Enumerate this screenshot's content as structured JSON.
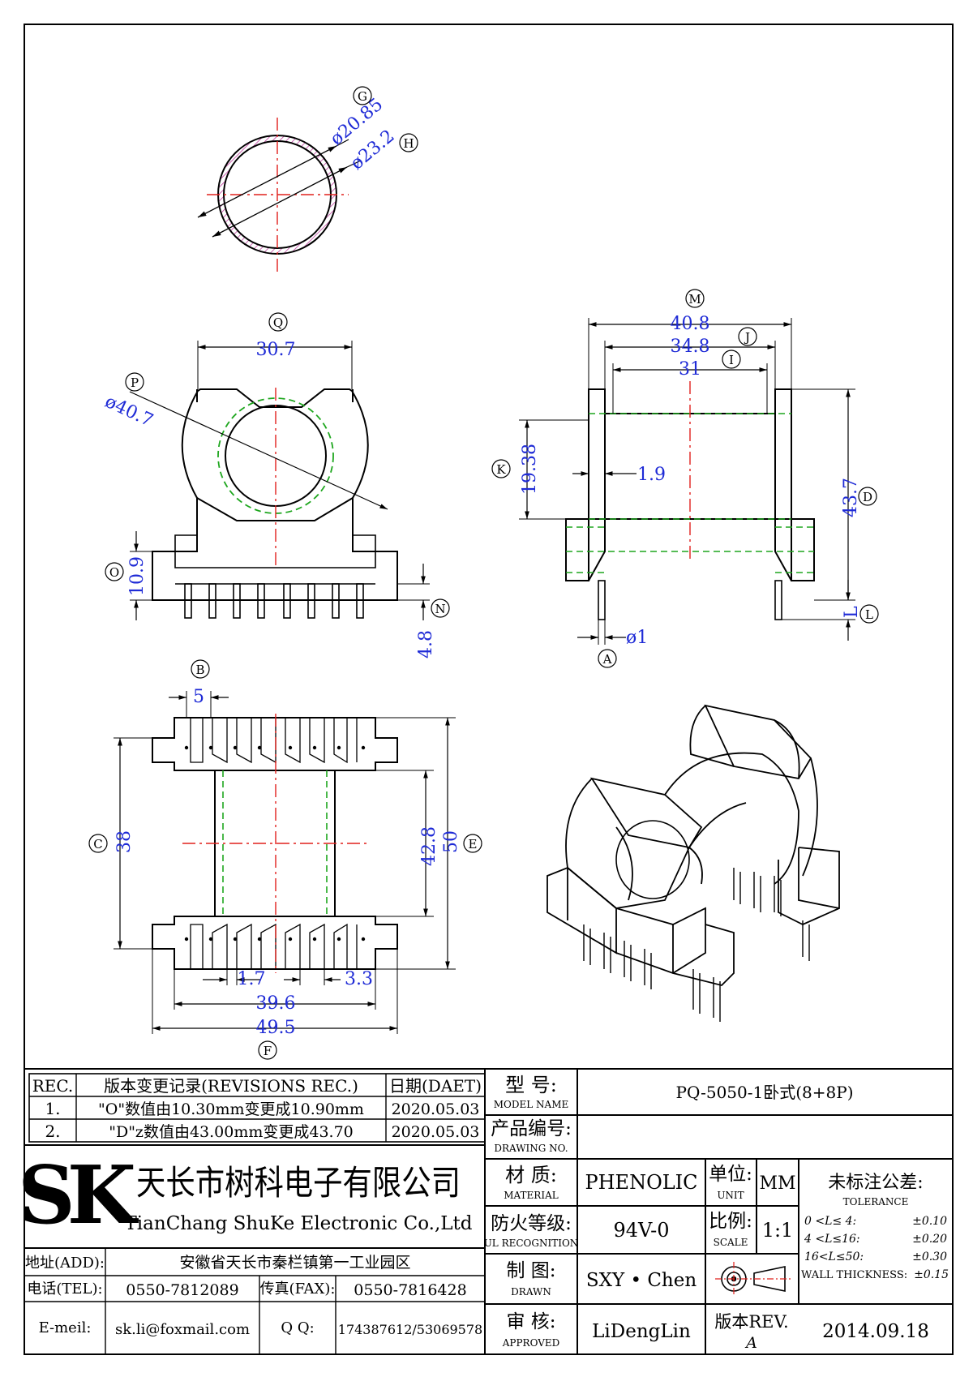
{
  "balloons": {
    "A": "A",
    "B": "B",
    "C": "C",
    "D": "D",
    "E": "E",
    "F": "F",
    "G": "G",
    "H": "H",
    "I": "I",
    "J": "J",
    "K": "K",
    "L": "L",
    "M": "M",
    "N": "N",
    "O": "O",
    "P": "P",
    "Q": "Q"
  },
  "dims": {
    "g_inner": "ø20.85",
    "h_outer": "ø23.2",
    "q_width": "30.7",
    "p_dia": "ø40.7",
    "o_height": "10.9",
    "n_pin": "4.8",
    "m_width": "40.8",
    "j_width": "34.8",
    "i_width": "31",
    "k_height": "19.38",
    "wall": "1.9",
    "d_height": "43.7",
    "l_len": "L",
    "a_pin": "ø1",
    "b_pitch": "5",
    "c_inner": "38",
    "e_outer": "50",
    "inner_428": "42.8",
    "slot_17": "1.7",
    "slot_33": "3.3",
    "f_396": "39.6",
    "f_495": "49.5"
  },
  "revisions": {
    "header": {
      "rec": "REC.",
      "desc": "版本变更记录(REVISIONS REC.)",
      "date": "日期(DAET)"
    },
    "rows": [
      {
        "rec": "1.",
        "desc": "\"O\"数值由10.30mm变更成10.90mm",
        "date": "2020.05.03"
      },
      {
        "rec": "2.",
        "desc": "\"D\"z数值由43.00mm变更成43.70",
        "date": "2020.05.03"
      }
    ]
  },
  "company": {
    "logo": "SK",
    "name_cn": "天长市树科电子有限公司",
    "name_en": "TianChang ShuKe Electronic Co.,Ltd",
    "addr_label": "地址(ADD):",
    "addr": "安徽省天长市秦栏镇第一工业园区",
    "tel_label": "电话(TEL):",
    "tel": "0550-7812089",
    "fax_label": "传真(FAX):",
    "fax": "0550-7816428",
    "email_label": "E-meil:",
    "email": "sk.li@foxmail.com",
    "qq_label": "Q Q:",
    "qq": "174387612/53069578"
  },
  "title_block": {
    "model_cn": "型  号:",
    "model_en": "MODEL NAME",
    "model": "PQ-5050-1卧式(8+8P)",
    "drawing_cn": "产品编号:",
    "drawing_en": "DRAWING NO.",
    "drawing_no": "",
    "material_cn": "材  质:",
    "material_en": "MATERIAL",
    "material": "PHENOLIC",
    "unit_cn": "单位:",
    "unit_en": "UNIT",
    "unit": "MM",
    "tol_cn": "未标注公差:",
    "tol_en": "TOLERANCE",
    "tol_rows": [
      {
        "range": "0 <L≤ 4:",
        "val": "±0.10"
      },
      {
        "range": "4 <L≤16:",
        "val": "±0.20"
      },
      {
        "range": "16<L≤50:",
        "val": "±0.30"
      }
    ],
    "wall_label": "WALL THICKNESS:",
    "wall_val": "±0.15",
    "ul_cn": "防火等级:",
    "ul_en": "UL RECOGNITION",
    "ul": "94V-0",
    "scale_cn": "比例:",
    "scale_en": "SCALE",
    "scale": "1:1",
    "drawn_cn": "制  图:",
    "drawn_en": "DRAWN",
    "drawn": "SXY • Chen",
    "approved_cn": "审  核:",
    "approved_en": "APPROVED",
    "approved": "LiDengLin",
    "rev_cn": "版本REV.",
    "rev": "A",
    "date": "2014.09.18"
  },
  "colors": {
    "dimension": "#1f2bd6",
    "centerline": "#e0201c",
    "hidden": "#1ea61e",
    "section": "#c03fa0",
    "outline": "#000000"
  }
}
